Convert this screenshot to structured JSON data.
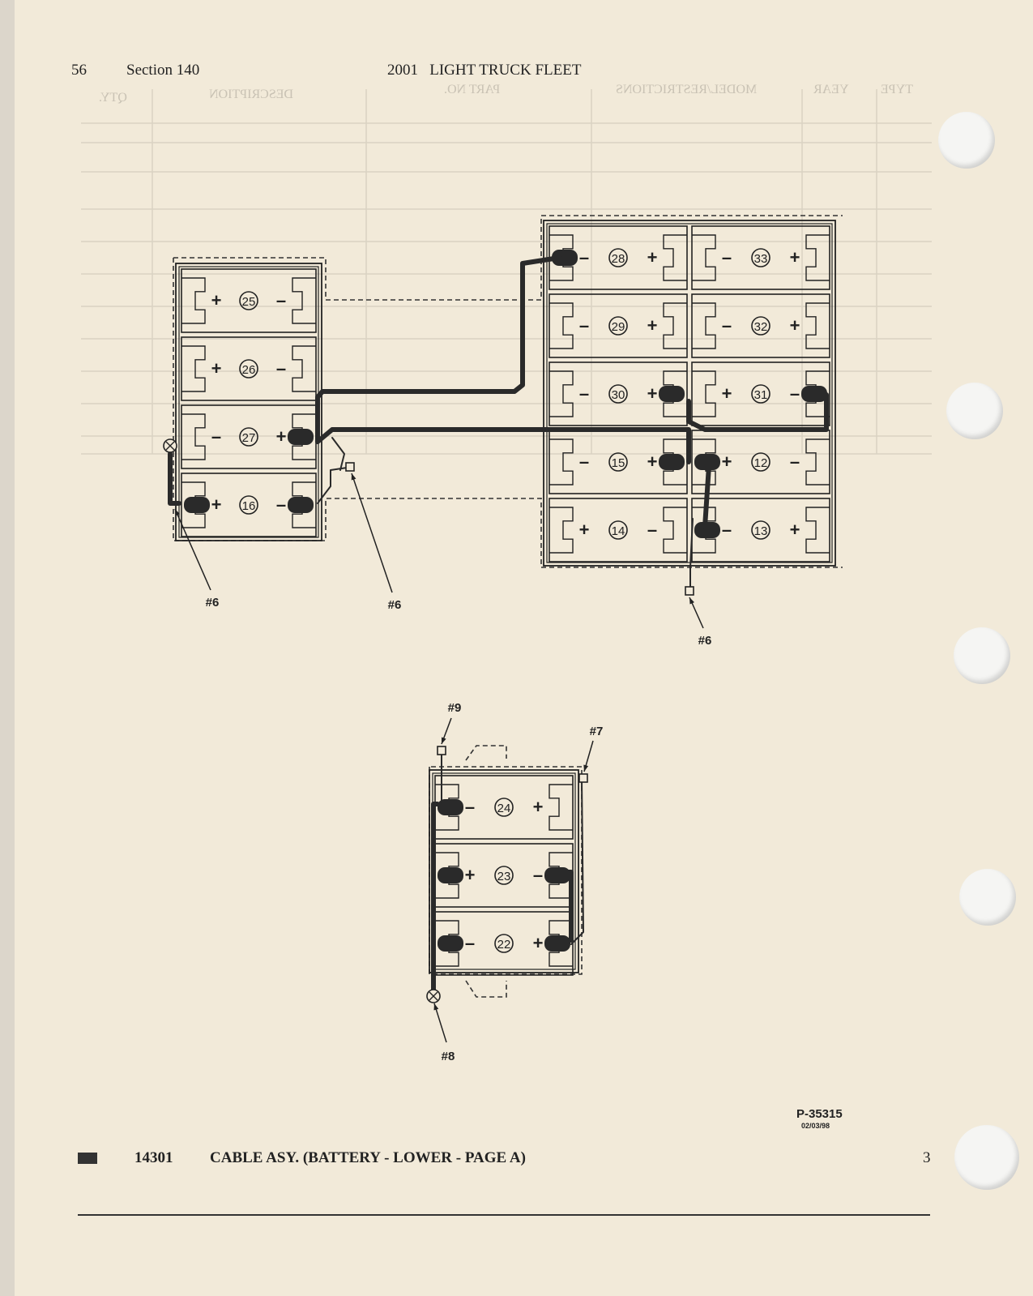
{
  "header": {
    "page_number": "56",
    "section": "Section 140",
    "title": "2001   LIGHT TRUCK FLEET"
  },
  "upper_diagram": {
    "left_pack": [
      {
        "number": "25",
        "left_terminal": "+",
        "right_terminal": "-"
      },
      {
        "number": "26",
        "left_terminal": "+",
        "right_terminal": "-"
      },
      {
        "number": "27",
        "left_terminal": "-",
        "right_terminal": "+"
      },
      {
        "number": "16",
        "left_terminal": "+",
        "right_terminal": "-"
      }
    ],
    "right_pack_left_column": [
      {
        "number": "28",
        "left_terminal": "-",
        "right_terminal": "+"
      },
      {
        "number": "29",
        "left_terminal": "-",
        "right_terminal": "+"
      },
      {
        "number": "30",
        "left_terminal": "-",
        "right_terminal": "+"
      },
      {
        "number": "15",
        "left_terminal": "-",
        "right_terminal": "+"
      },
      {
        "number": "14",
        "left_terminal": "+",
        "right_terminal": "-"
      }
    ],
    "right_pack_right_column": [
      {
        "number": "33",
        "left_terminal": "-",
        "right_terminal": "+"
      },
      {
        "number": "32",
        "left_terminal": "-",
        "right_terminal": "+"
      },
      {
        "number": "31",
        "left_terminal": "+",
        "right_terminal": "-"
      },
      {
        "number": "12",
        "left_terminal": "+",
        "right_terminal": "-"
      },
      {
        "number": "13",
        "left_terminal": "-",
        "right_terminal": "+"
      }
    ],
    "callouts": [
      "#6",
      "#6",
      "#6"
    ]
  },
  "lower_diagram": {
    "pack": [
      {
        "number": "24",
        "left_terminal": "-",
        "right_terminal": "+"
      },
      {
        "number": "23",
        "left_terminal": "+",
        "right_terminal": "-"
      },
      {
        "number": "22",
        "left_terminal": "-",
        "right_terminal": "+"
      }
    ],
    "callouts": [
      "#9",
      "#7",
      "#8"
    ]
  },
  "figure": {
    "reference": "P-35315",
    "date": "02/03/98"
  },
  "footer": {
    "part_number": "14301",
    "title": "CABLE ASY. (BATTERY - LOWER - PAGE A)",
    "sheet": "3"
  },
  "bleed_through": {
    "column_headers": [
      "TYPE",
      "YEAR",
      "MODEL/RESTRICTIONS",
      "PART NO.",
      "DESCRIPTION",
      "QTY."
    ]
  },
  "colors": {
    "paper": "#f2ead9",
    "ink": "#222222",
    "cable": "#2a2a2a",
    "bleed_through": "#c9c2b4"
  }
}
